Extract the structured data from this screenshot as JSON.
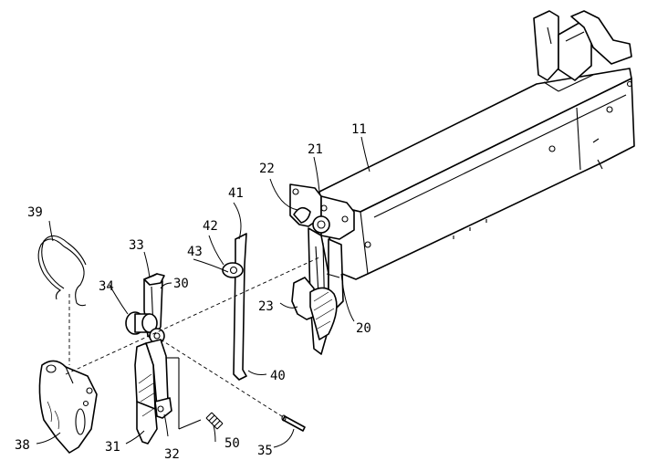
{
  "figure": {
    "labels": {
      "l11": "11",
      "l20": "20",
      "l21": "21",
      "l22": "22",
      "l23": "23",
      "l30": "30",
      "l31": "31",
      "l32": "32",
      "l33": "33",
      "l34": "34",
      "l35": "35",
      "l38": "38",
      "l39": "39",
      "l40": "40",
      "l41": "41",
      "l42": "42",
      "l43": "43",
      "l50": "50"
    }
  }
}
